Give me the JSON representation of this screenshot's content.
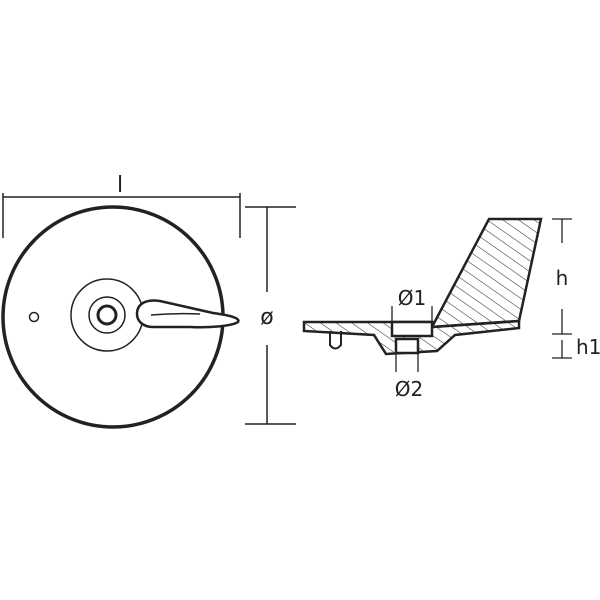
{
  "labels": {
    "length": "l",
    "diameter": "ø",
    "diameter_1": "Ø1",
    "diameter_2": "Ø2",
    "height": "h",
    "height_1": "h1"
  },
  "colors": {
    "stroke": "#222222",
    "fill": "#ffffff",
    "background": "#ffffff"
  }
}
